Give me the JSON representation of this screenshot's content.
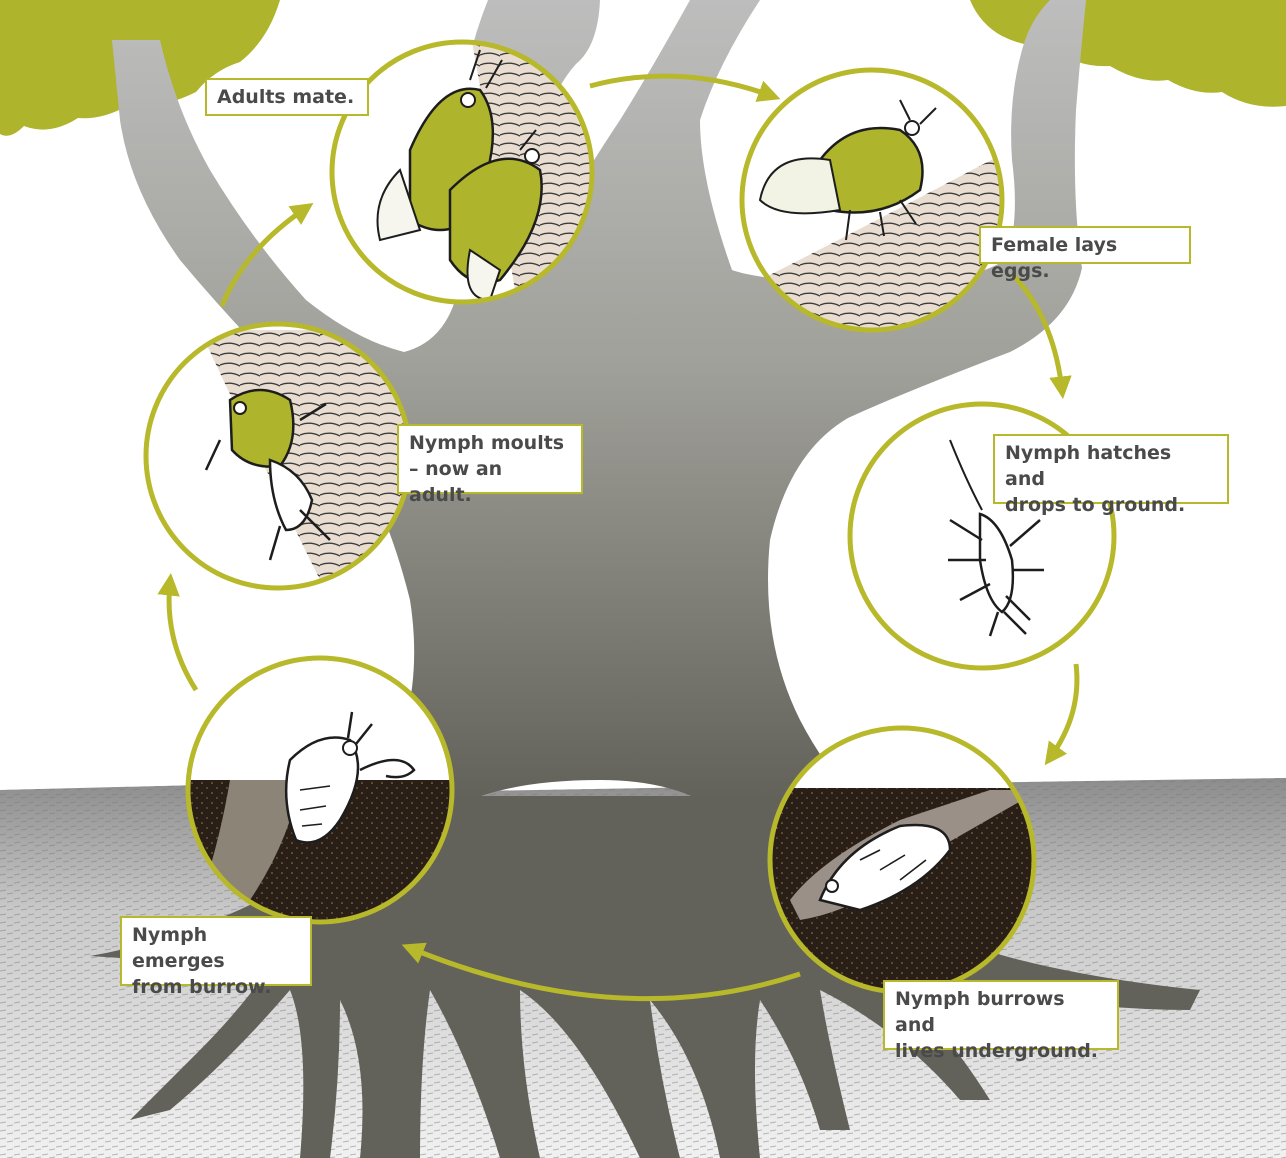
{
  "colors": {
    "accent": "#b7b82a",
    "foliage": "#aeb42b",
    "tree": "#6e6e66",
    "soil": "#2a1f17",
    "bark": "#e6ddd2",
    "label_text": "#4a4a4a"
  },
  "stages": [
    {
      "id": "adults-mate",
      "label": "Adults mate."
    },
    {
      "id": "female-lays-eggs",
      "label": "Female lays eggs."
    },
    {
      "id": "nymph-hatches",
      "label": "Nymph hatches and\ndrops to ground."
    },
    {
      "id": "nymph-burrows",
      "label": "Nymph burrows and\nlives underground."
    },
    {
      "id": "nymph-emerges",
      "label": "Nymph emerges\nfrom  burrow."
    },
    {
      "id": "nymph-moults",
      "label": "Nymph moults\n– now an adult."
    }
  ]
}
